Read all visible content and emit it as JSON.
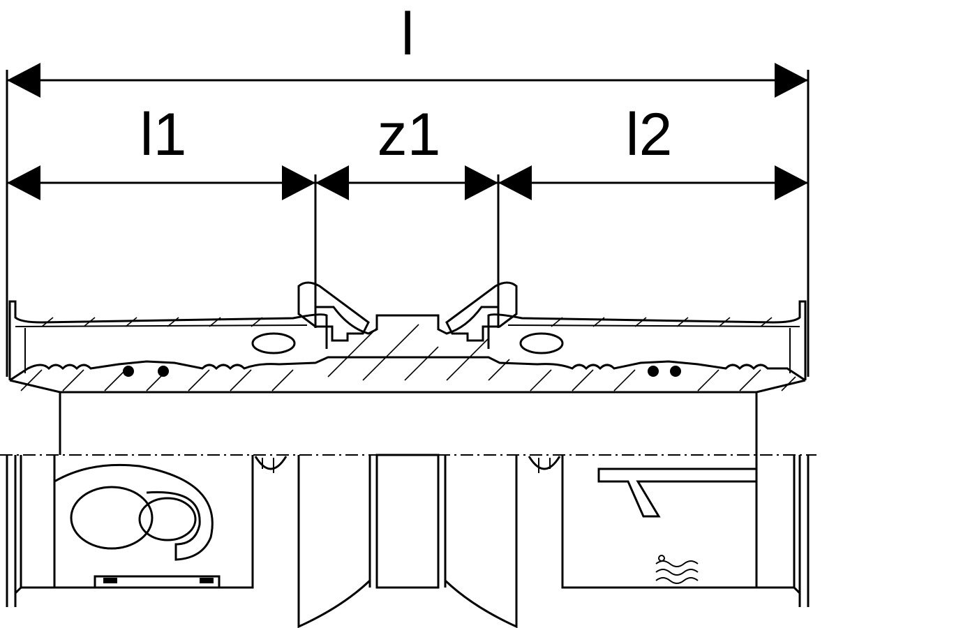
{
  "dimensions": {
    "overall_label": "l",
    "left_label": "l1",
    "middle_label": "z1",
    "right_label": "l2"
  },
  "colors": {
    "line": "#000000",
    "background": "#ffffff"
  }
}
